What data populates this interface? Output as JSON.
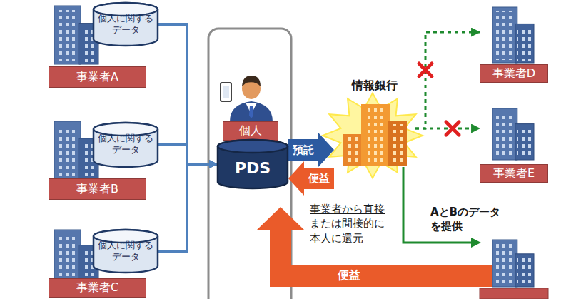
{
  "diagram": {
    "nodes": [
      {
        "text": [
          "個人に関するデータ"
        ]
      },
      {
        "text": [
          "事業者A"
        ]
      },
      {
        "text": [
          "事業者D"
        ]
      },
      {
        "text": [
          "個人"
        ]
      },
      {
        "text": [
          "PDS"
        ]
      },
      {
        "text": [
          "情報銀行"
        ]
      },
      {
        "text": [
          "個人に関するデータ"
        ]
      },
      {
        "text": [
          "事業者B"
        ]
      },
      {
        "text": [
          "事業者E"
        ]
      },
      {
        "text": [
          "個人に関するデータ"
        ]
      },
      {
        "text": [
          "事業者C"
        ]
      }
    ],
    "edges": [
      {
        "from": 0,
        "to": 4,
        "arrow": "to"
      },
      {
        "from": 6,
        "to": 4,
        "arrow": "to"
      },
      {
        "from": 9,
        "to": 4,
        "arrow": "to"
      },
      {
        "from": 4,
        "to": 5,
        "label": "預託",
        "arrow": "to"
      },
      {
        "from": 5,
        "to": 4,
        "label": "便益",
        "arrow": "to"
      },
      {
        "from": 5,
        "to": 2,
        "arrow": "to"
      },
      {
        "from": 5,
        "to": 8,
        "arrow": "to"
      }
    ],
    "labels": [
      "事業者から直接または間接的に本人に還元",
      "AとBのデータを提供",
      "便益"
    ]
  }
}
